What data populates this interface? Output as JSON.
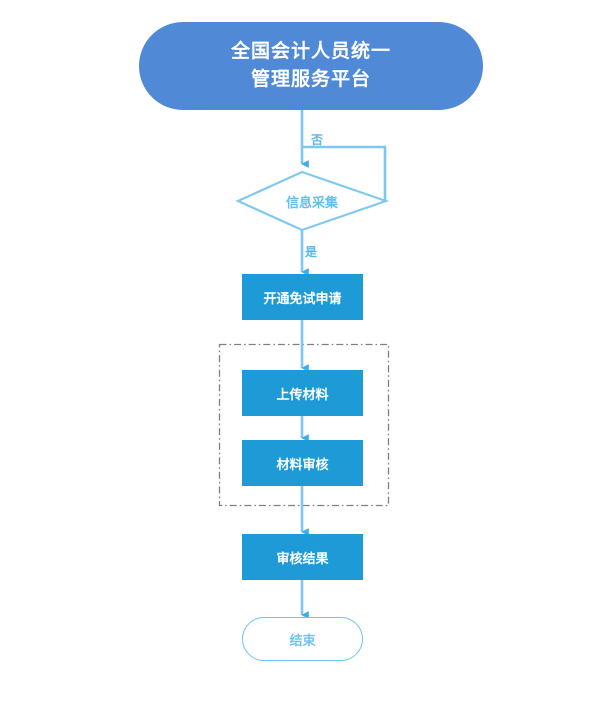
{
  "diagram": {
    "title_node": {
      "label": "全国会计人员统一\n管理服务平台",
      "shape": "rounded-banner",
      "fill": "#5089d6",
      "text_color": "#ffffff"
    },
    "decision_node": {
      "label": "信息采集",
      "shape": "diamond",
      "fill": "#ffffff",
      "stroke": "#7fc9ef",
      "text_color": "#63c0ec"
    },
    "edge_labels": {
      "no": "否",
      "yes": "是",
      "color": "#5bb8e8"
    },
    "process_nodes": [
      {
        "id": "apply",
        "label": "开通免试申请",
        "fill": "#1e9bd7",
        "text_color": "#ffffff"
      },
      {
        "id": "upload",
        "label": "上传材料",
        "fill": "#1e9bd7",
        "text_color": "#ffffff"
      },
      {
        "id": "review",
        "label": "材料审核",
        "fill": "#1e9bd7",
        "text_color": "#ffffff"
      },
      {
        "id": "result",
        "label": "审核结果",
        "fill": "#1e9bd7",
        "text_color": "#ffffff"
      }
    ],
    "group_box": {
      "style": "dash-dot",
      "stroke": "#808080",
      "contains": [
        "上传材料",
        "材料审核"
      ]
    },
    "end_node": {
      "label": "结束",
      "shape": "pill",
      "fill": "#ffffff",
      "stroke": "#6fc4ee",
      "text_color": "#6fc4ee"
    },
    "connector_color": "#7ec8ef"
  }
}
